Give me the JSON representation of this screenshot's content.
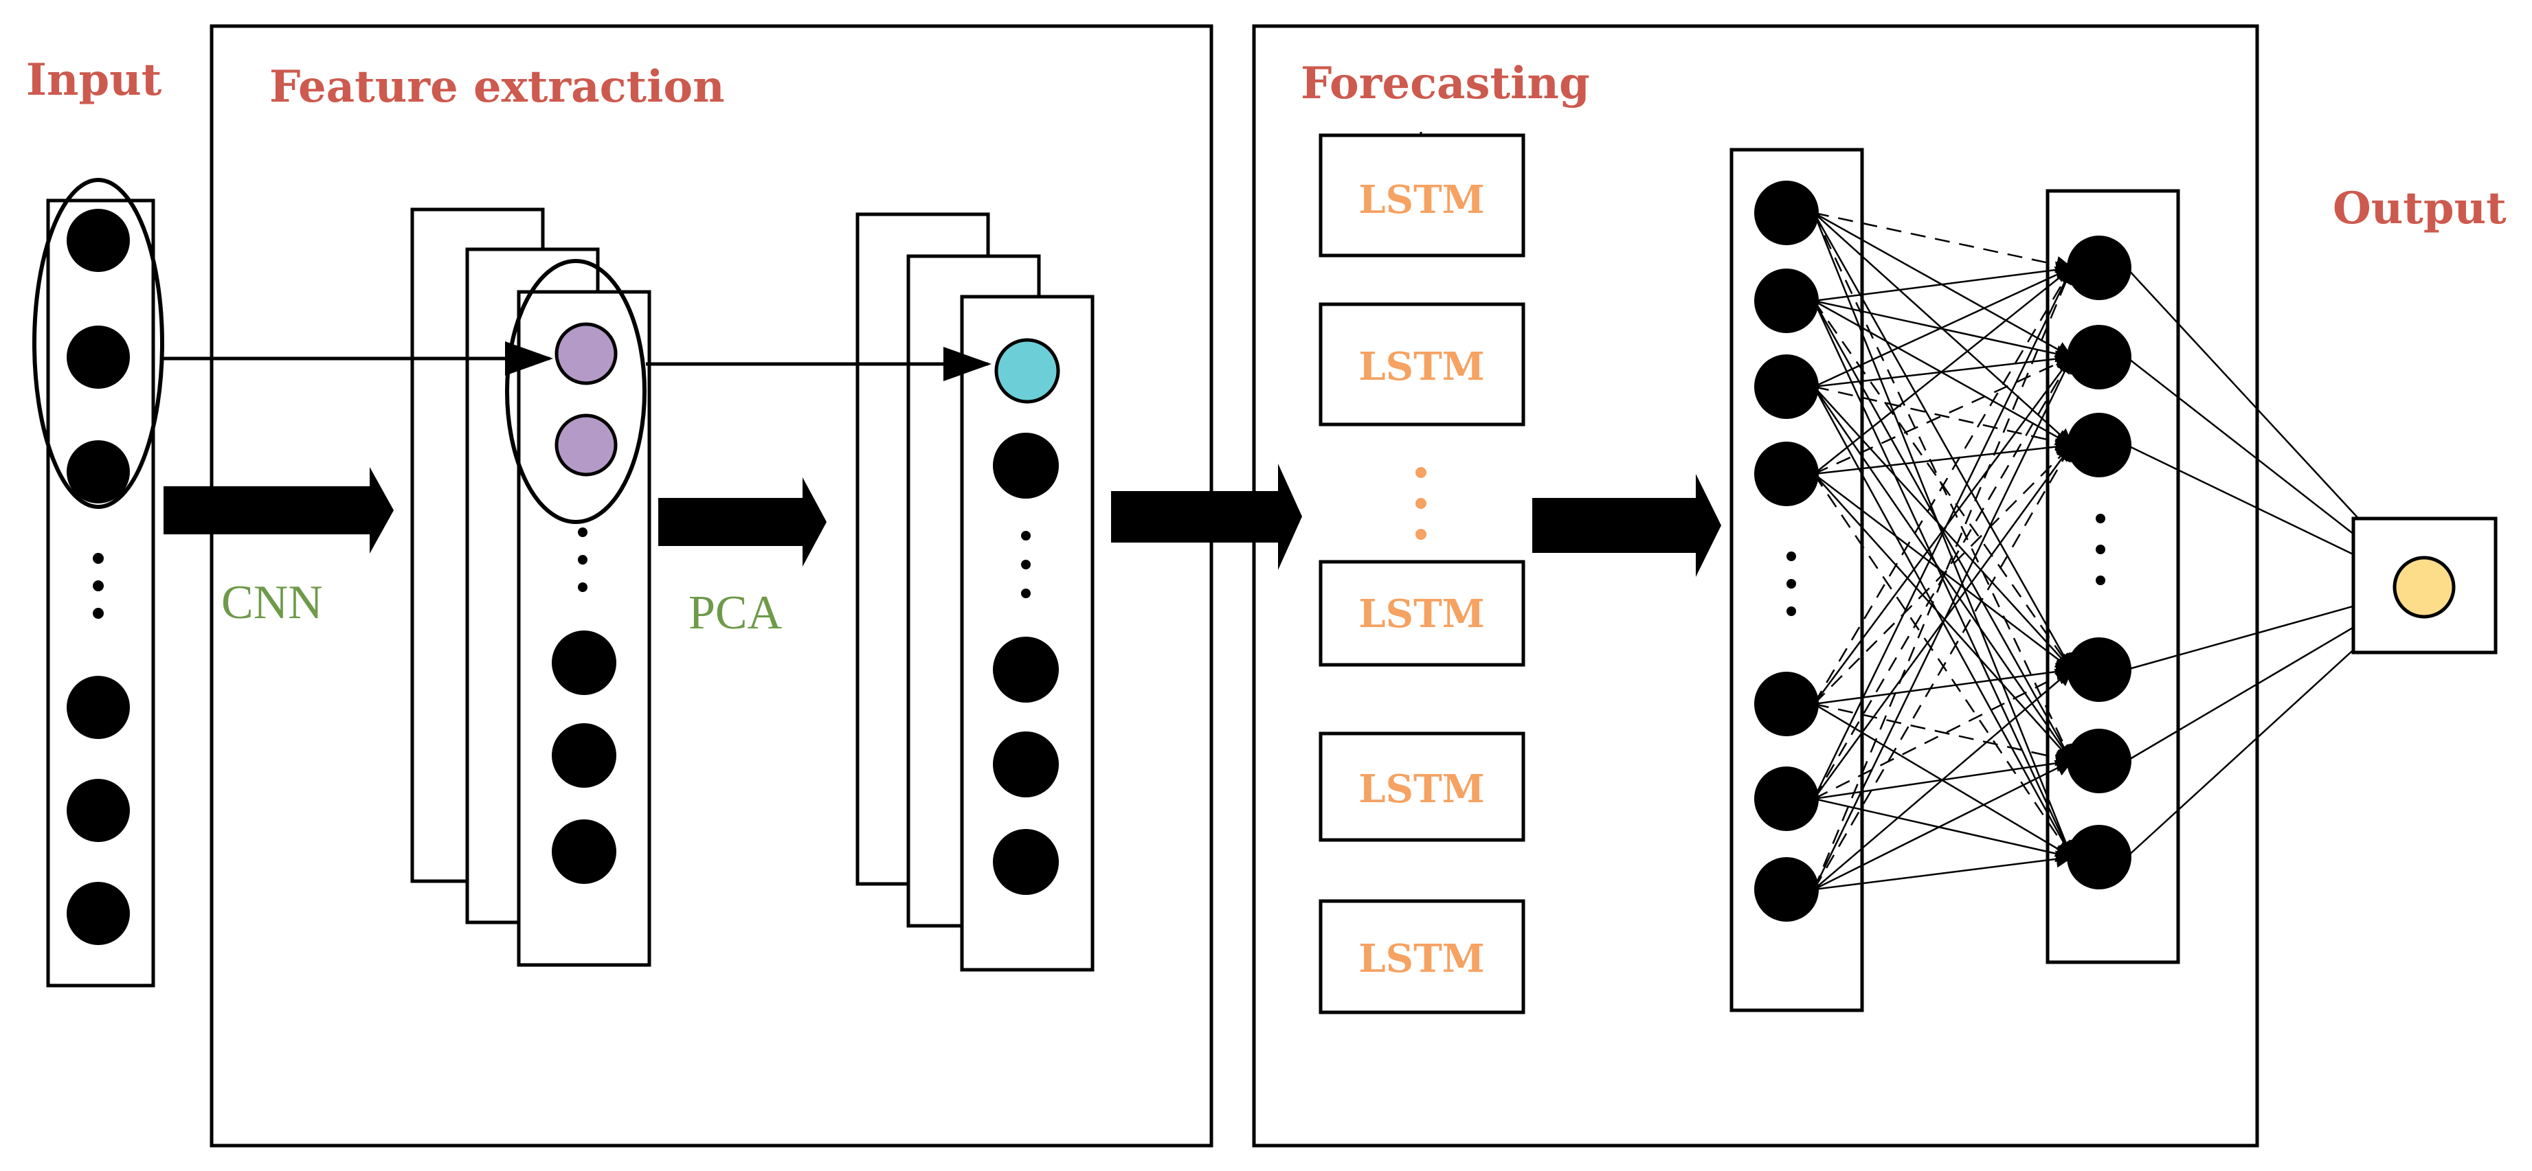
{
  "sections": {
    "input_title": "Input",
    "feature_title": "Feature extraction",
    "forecast_title": "Forecasting",
    "output_title": "Output"
  },
  "operations": {
    "cnn": "CNN",
    "pca": "PCA"
  },
  "lstm_blocks": [
    "LSTM",
    "LSTM",
    "LSTM",
    "LSTM",
    "LSTM"
  ],
  "colors": {
    "title": "#cd5a4e",
    "operation": "#6e9a4a",
    "lstm": "#f5a262",
    "cnn_node": "#b49ac6",
    "pca_node": "#6ccfd8",
    "output_node": "#fddc8a"
  }
}
